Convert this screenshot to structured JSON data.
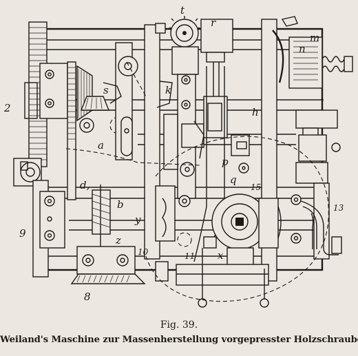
{
  "figure": {
    "number": "Fig. 39.",
    "title": "Weiland's Maschine zur Massenherstellung vorgepresster Holzschrauben.",
    "labels": {
      "t": "t",
      "r": "r",
      "m": "m",
      "n": "n",
      "k": "k",
      "h": "h",
      "a": "a",
      "p": "p",
      "q": "q",
      "d": "d,",
      "b": "b",
      "y": "y",
      "z": "z",
      "x": "x",
      "s": "s",
      "label_2": "2",
      "label_9": "9",
      "label_8": "8",
      "label_10": "10",
      "label_11": "11",
      "label_13": "13",
      "label_15": "15"
    }
  }
}
